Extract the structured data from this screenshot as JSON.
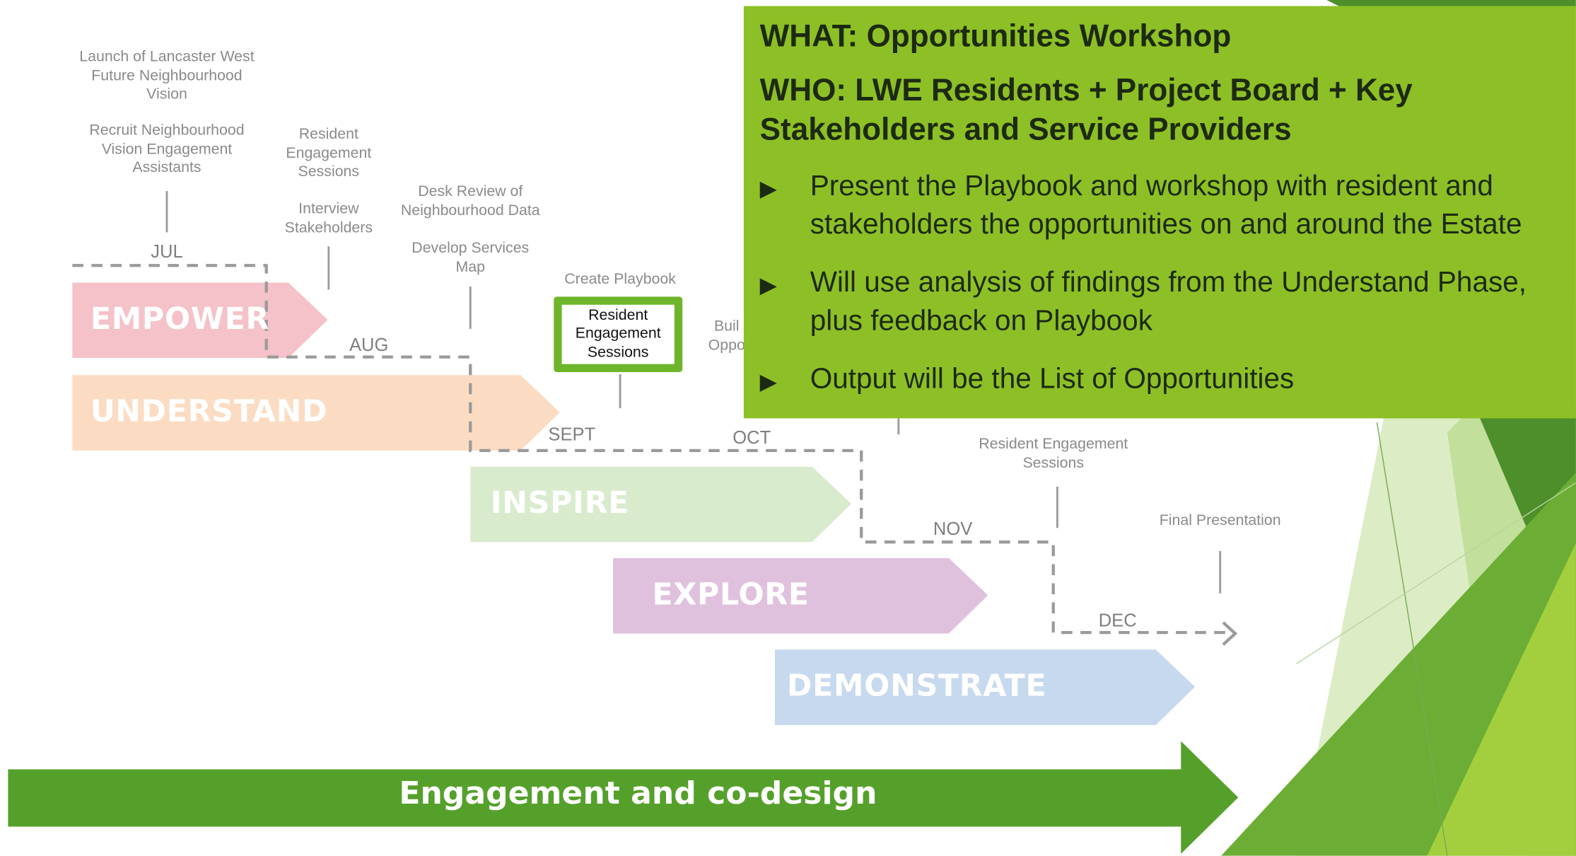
{
  "colors": {
    "empower": "#f4c2c8",
    "understand": "#fbdcc3",
    "inspire": "#d9ebcd",
    "explore": "#e0c1dd",
    "demonstrate": "#c7d9ef",
    "panel": "#8dc026",
    "banner": "#55a02b",
    "highlight_border": "#6fb52c"
  },
  "phases": [
    {
      "label": "EMPOWER"
    },
    {
      "label": "UNDERSTAND"
    },
    {
      "label": "INSPIRE"
    },
    {
      "label": "EXPLORE"
    },
    {
      "label": "DEMONSTRATE"
    }
  ],
  "months": [
    "JUL",
    "AUG",
    "SEPT",
    "OCT",
    "NOV",
    "DEC"
  ],
  "annotations": {
    "launch_vision": "Launch of Lancaster West\nFuture Neighbourhood\nVision",
    "recruit_assistants": "Recruit Neighbourhood\nVision Engagement\nAssistants",
    "resident_sessions_aug": "Resident\nEngagement\nSessions",
    "interview_stakeholders": "Interview\nStakeholders",
    "desk_review": "Desk Review of\nNeighbourhood Data",
    "services_map": "Develop Services\nMap",
    "create_playbook": "Create Playbook",
    "resident_sessions_highlight": "Resident\nEngagement\nSessions",
    "build_opportunities_partial": "Buil\nOppo",
    "resident_sessions_nov": "Resident Engagement\nSessions",
    "final_presentation": "Final Presentation"
  },
  "panel": {
    "what": "WHAT: Opportunities Workshop",
    "who": "WHO: LWE Residents + Project Board + Key Stakeholders and Service Providers",
    "bullets": [
      "Present the Playbook and workshop with resident and stakeholders the opportunities on and around the Estate",
      "Will use analysis of findings from the Understand Phase, plus feedback on Playbook",
      "Output will be the List of Opportunities"
    ]
  },
  "banner": {
    "text": "Engagement and co-design"
  }
}
